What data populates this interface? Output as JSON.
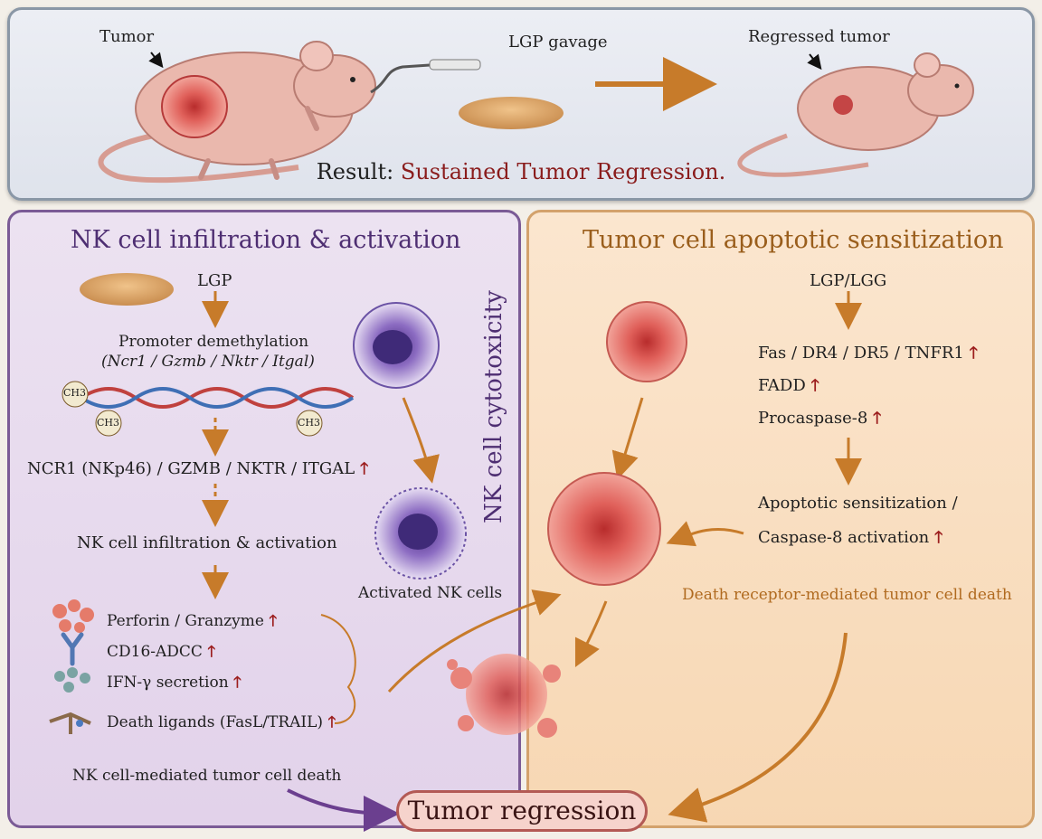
{
  "top": {
    "tumor_label": "Tumor",
    "gavage_label": "LGP gavage",
    "regressed_label": "Regressed tumor",
    "result_prefix": "Result: ",
    "result_text": "Sustained Tumor Regression",
    "result_suffix": "."
  },
  "left": {
    "title": "NK cell infiltration & activation",
    "lgp": "LGP",
    "promoter": "Promoter demethylation",
    "genes": "(Ncr1 / Gzmb / Nktr / Itgal)",
    "methyl": "CH3",
    "proteins": "NCR1 (NKp46) / GZMB / NKTR / ITGAL",
    "infiltration": "NK cell infiltration & activation",
    "effectors": [
      {
        "label": "Perforin / Granzyme",
        "icon": "granule-icon"
      },
      {
        "label": "CD16-ADCC",
        "icon": "antibody-icon"
      },
      {
        "label": "IFN-γ secretion",
        "icon": "cytokine-icon"
      },
      {
        "label": "Death ligands (FasL/TRAIL)",
        "icon": "ligand-icon"
      }
    ],
    "nk_death": "NK cell-mediated tumor cell death",
    "activated_nk": "Activated NK cells",
    "cytotoxicity": "NK cell cytotoxicity",
    "up_arrow": "🡑"
  },
  "right": {
    "title": "Tumor cell apoptotic sensitization",
    "lgp_lgg": "LGP/LGG",
    "receptors": "Fas / DR4 / DR5 / TNFR1",
    "fadd": "FADD",
    "procaspase": "Procaspase-8",
    "apoptotic1": "Apoptotic sensitization /",
    "apoptotic2": "Caspase-8 activation",
    "death_receptor": "Death receptor-mediated tumor cell death"
  },
  "final": "Tumor regression",
  "colors": {
    "arrow_orange": "#c77b2a",
    "up_red": "#9c1d1d",
    "purple": "#4e2e72",
    "tumor_red": "#d9534f"
  }
}
